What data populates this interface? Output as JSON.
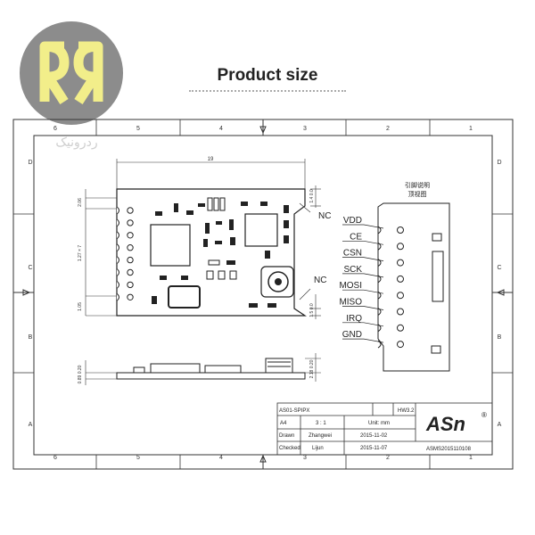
{
  "brand": {
    "watermark_text": "ردرونیک"
  },
  "header": {
    "title": "Product size"
  },
  "frame": {
    "col_markers": [
      "6",
      "5",
      "4",
      "3",
      "2",
      "1"
    ],
    "row_markers": [
      "D",
      "C",
      "B",
      "A"
    ]
  },
  "dimensions": {
    "width": "19",
    "pitch": "1.27 × 7",
    "top_margin": "2.06",
    "bottom_margin": "1.05",
    "right_top": "1.4 0.0",
    "right_bottom": "1.5 0.0",
    "side_left": "0.89 0.20",
    "side_right": "2.18 0.20"
  },
  "pins": {
    "header_line1": "引脚说明",
    "header_line2": "顶视图",
    "labels": [
      "VDD",
      "CE",
      "CSN",
      "SCK",
      "MOSI",
      "MISO",
      "IRQ",
      "GND"
    ],
    "nc_label": "NC"
  },
  "title_block": {
    "part": "AS01-SPIPX",
    "hw": "HW3.2",
    "size": "A4",
    "scale": "3 : 1",
    "unit": "Unit: mm",
    "drawn_label": "Drawn",
    "drawn_by": "Zhangwei",
    "drawn_date": "2015-11-02",
    "checked_label": "Checked",
    "checked_by": "Lijun",
    "checked_date": "2015-11-07",
    "doc_no": "ASMS2015110108",
    "logo_text": "ASn",
    "logo_mark": "®"
  }
}
